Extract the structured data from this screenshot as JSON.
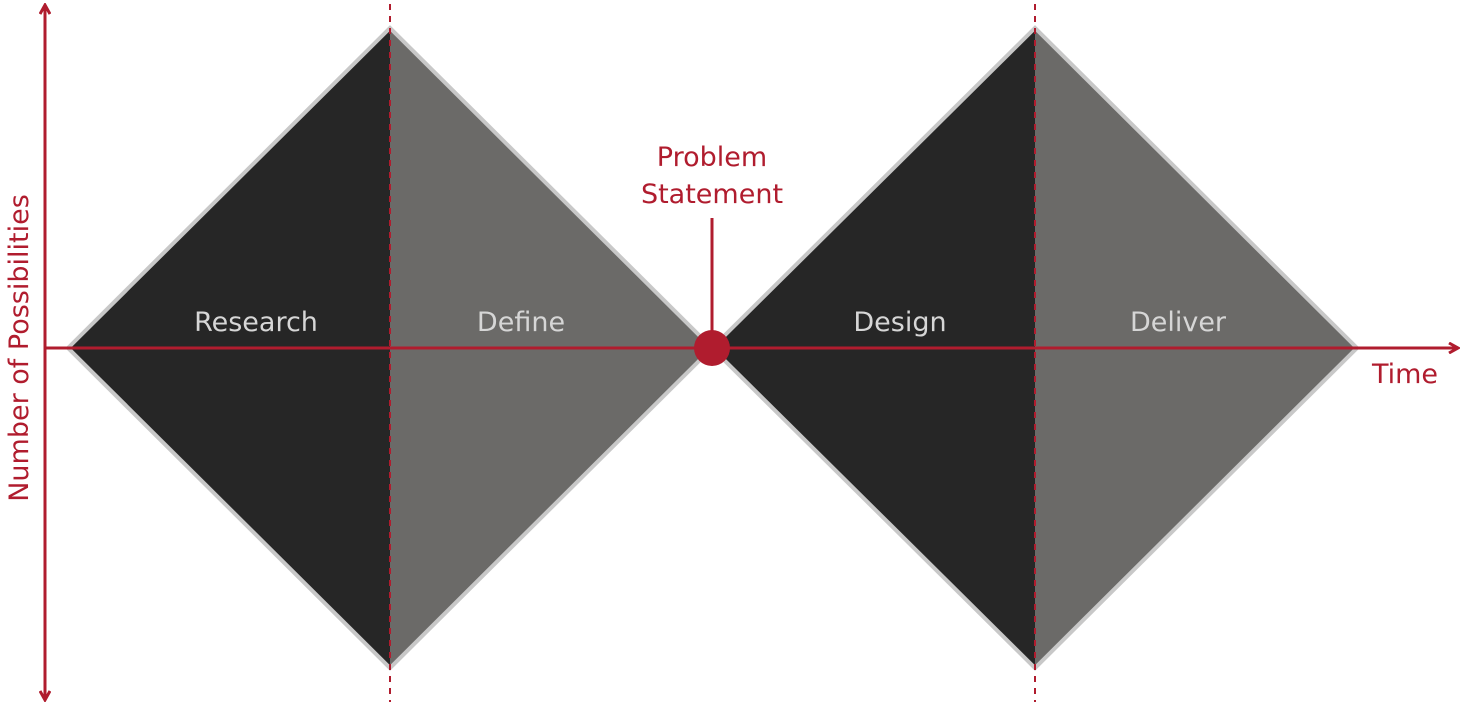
{
  "diagram": {
    "phases": [
      {
        "label": "Research",
        "shade": "dark"
      },
      {
        "label": "Define",
        "shade": "light"
      },
      {
        "label": "Design",
        "shade": "dark"
      },
      {
        "label": "Deliver",
        "shade": "light"
      }
    ],
    "milestone": {
      "line1": "Problem",
      "line2": "Statement"
    },
    "x_axis_label": "Time",
    "y_axis_label": "Number of Possibilities"
  },
  "colors": {
    "accent": "#b01c2e",
    "dark_fill": "#262626",
    "light_fill": "#6b6a68",
    "outline": "#c8c8c8",
    "label_text": "#d6d6d6"
  }
}
